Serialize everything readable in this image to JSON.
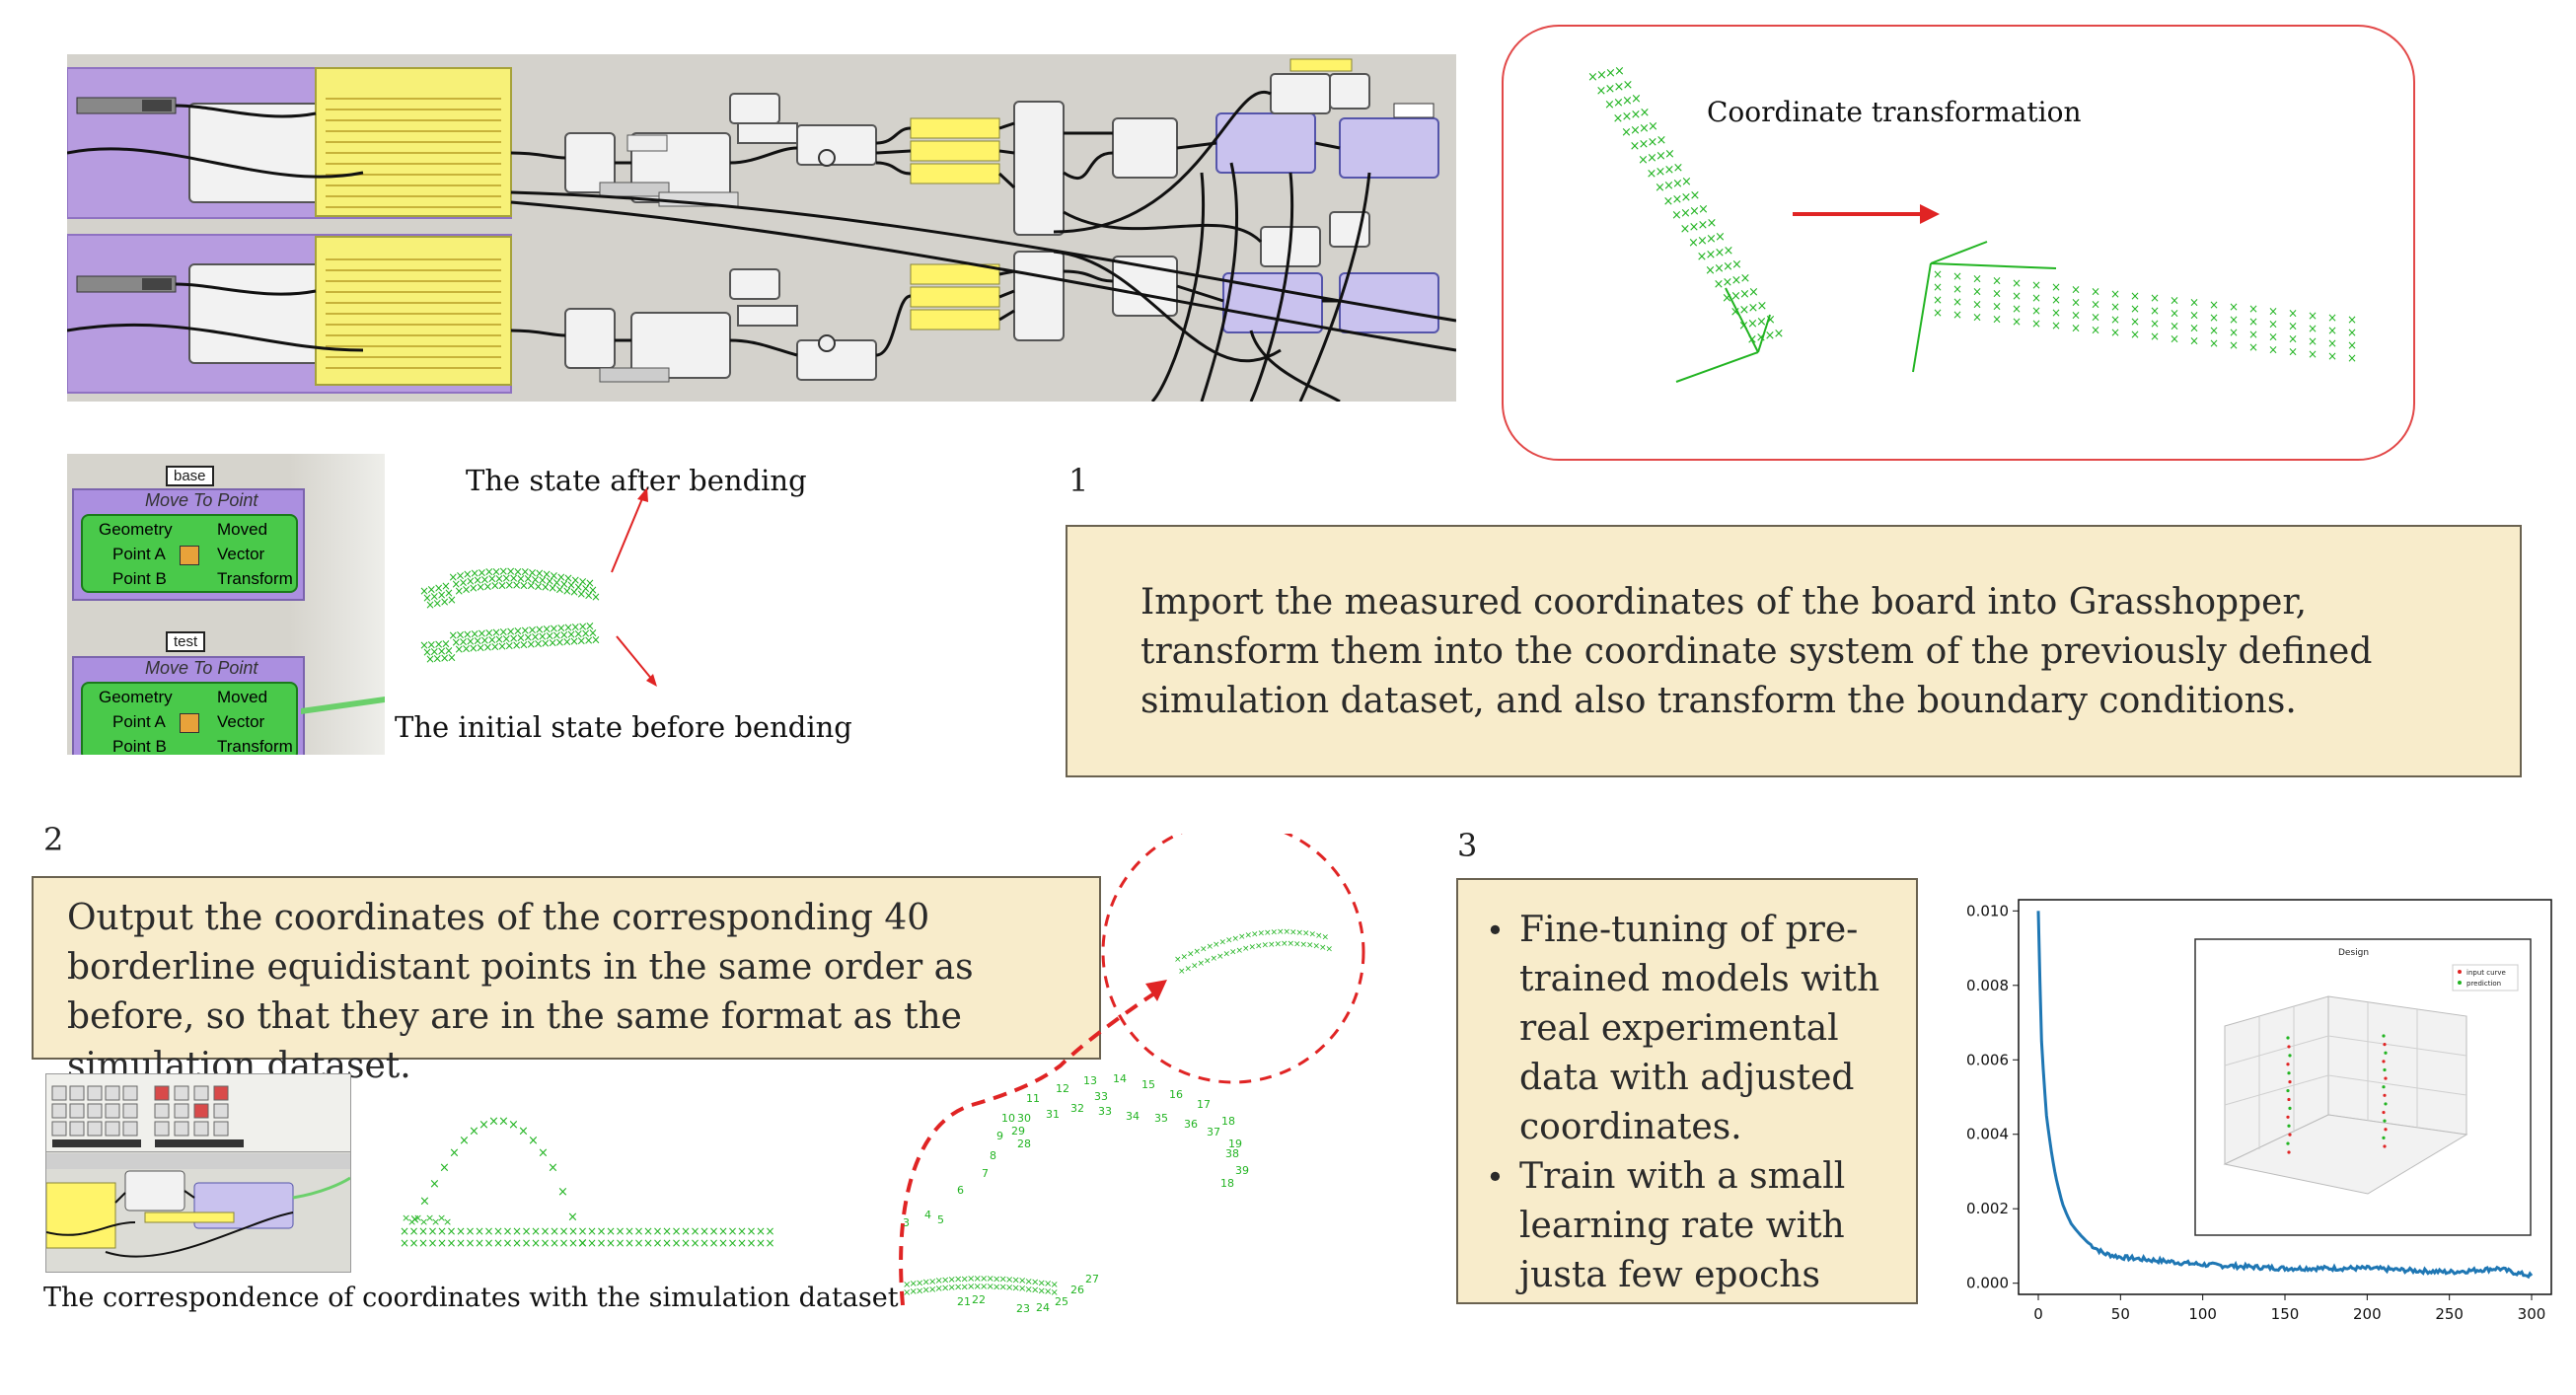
{
  "top_right": {
    "title": "Coordinate transformation"
  },
  "move_panel": {
    "blocks": [
      {
        "tag": "base",
        "title": "Move To Point",
        "inputs": [
          "Geometry",
          "Point A",
          "Point B"
        ],
        "outputs": [
          "Moved",
          "Vector",
          "Transform"
        ]
      },
      {
        "tag": "test",
        "title": "Move To Point",
        "inputs": [
          "Geometry",
          "Point A",
          "Point B"
        ],
        "outputs": [
          "Moved",
          "Vector",
          "Transform"
        ]
      }
    ]
  },
  "bending": {
    "after_label": "The state after bending",
    "before_label": "The initial state before bending"
  },
  "step1": {
    "number": "1",
    "text": "Import the measured coordinates of the board into Grasshopper, transform them into the coordinate system of the previously defined simulation dataset, and also transform the boundary conditions."
  },
  "step2": {
    "number": "2",
    "text": "Output the coordinates of the corresponding 40 borderline equidistant points in the same order as before, so that they are in the same format as the simulation dataset.",
    "caption": "The correspondence of coordinates with the simulation dataset"
  },
  "step3": {
    "number": "3",
    "bullets": [
      "Fine-tuning of pre-trained models with real experimental data with adjusted coordinates.",
      "Train with a small learning rate with justa few epochs"
    ]
  },
  "colors": {
    "accent_red": "#e02424",
    "point_green": "#22b422",
    "note_fill": "#f8eccb",
    "curve_blue": "#1f77b4"
  },
  "chart_data": {
    "type": "line",
    "x": [
      0,
      2,
      5,
      10,
      15,
      20,
      30,
      40,
      50,
      75,
      100,
      150,
      200,
      250,
      280,
      300
    ],
    "series": [
      {
        "values": [
          0.01,
          0.0065,
          0.0045,
          0.003,
          0.0021,
          0.0016,
          0.0011,
          0.0008,
          0.0007,
          0.0006,
          0.0005,
          0.0004,
          0.0004,
          0.0003,
          0.0004,
          0.0002
        ]
      }
    ],
    "xticks": [
      "0",
      "50",
      "100",
      "150",
      "200",
      "250",
      "300"
    ],
    "yticks": [
      "0.000",
      "0.002",
      "0.004",
      "0.006",
      "0.008",
      "0.010"
    ],
    "xlim": [
      -12,
      312
    ],
    "ylim": [
      -0.0003,
      0.0103
    ],
    "grid": false,
    "inset_title": "Design",
    "inset_legend": [
      "input curve",
      "prediction"
    ]
  }
}
